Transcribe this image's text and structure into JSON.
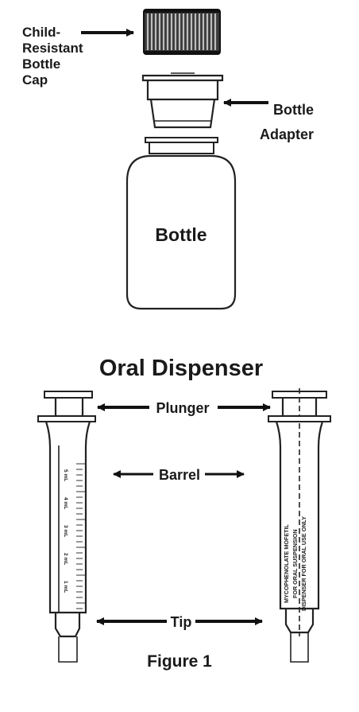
{
  "labels": {
    "cap_line1": "Child-",
    "cap_line2": "Resistant",
    "cap_line3": "Bottle",
    "cap_line4": "Cap",
    "adapter_line1": "Bottle",
    "adapter_line2": "Adapter",
    "bottle": "Bottle",
    "dispenser_title": "Oral Dispenser",
    "plunger": "Plunger",
    "barrel": "Barrel",
    "tip": "Tip",
    "figure": "Figure 1"
  },
  "scale_marks": [
    "5 mL",
    "4 mL",
    "3 mL",
    "2 mL",
    "1 mL"
  ],
  "barrel_print": {
    "line1": "MYCOPHENOLATE MOFETIL",
    "line2": "FOR ORAL SUSPENSION",
    "line3": "DISPENSER FOR ORAL USE ONLY"
  }
}
